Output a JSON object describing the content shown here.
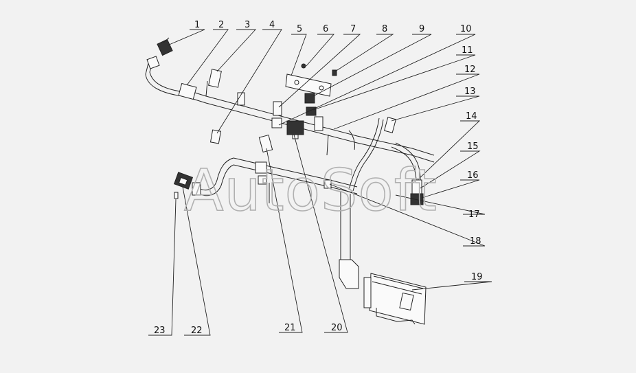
{
  "watermark": "AutoSoft",
  "callouts": [
    {
      "label": "1"
    },
    {
      "label": "2"
    },
    {
      "label": "3"
    },
    {
      "label": "4"
    },
    {
      "label": "5"
    },
    {
      "label": "6"
    },
    {
      "label": "7"
    },
    {
      "label": "8"
    },
    {
      "label": "9"
    },
    {
      "label": "10"
    },
    {
      "label": "11"
    },
    {
      "label": "12"
    },
    {
      "label": "13"
    },
    {
      "label": "14"
    },
    {
      "label": "15"
    },
    {
      "label": "16"
    },
    {
      "label": "17"
    },
    {
      "label": "18"
    },
    {
      "label": "19"
    },
    {
      "label": "20"
    },
    {
      "label": "21"
    },
    {
      "label": "22"
    },
    {
      "label": "23"
    }
  ]
}
